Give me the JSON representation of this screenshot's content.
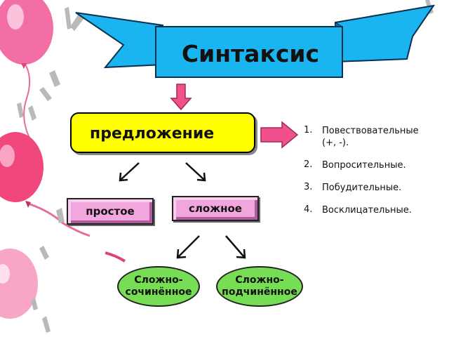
{
  "title": "Синтаксис",
  "root_node": "предложение",
  "branches": {
    "simple": "простое",
    "complex": "сложное"
  },
  "complex_types": {
    "compound_line1": "Сложно-",
    "compound_line2": "сочинённое",
    "complex_line1": "Сложно-",
    "complex_line2": "подчинённое"
  },
  "sentence_types": [
    {
      "num": "1.",
      "line1": "Повествовательные",
      "line2": "(+, -)."
    },
    {
      "num": "2.",
      "text": "Вопросительные."
    },
    {
      "num": "3.",
      "text": "Побудительные."
    },
    {
      "num": "4.",
      "text": "Восклицательные."
    }
  ],
  "colors": {
    "ribbon": "#1ab4f0",
    "root_box": "#ffff00",
    "branch_box": "#f2a6de",
    "oval": "#77dd55",
    "arrow": "#f0508c",
    "balloon": "#f26fa5"
  }
}
